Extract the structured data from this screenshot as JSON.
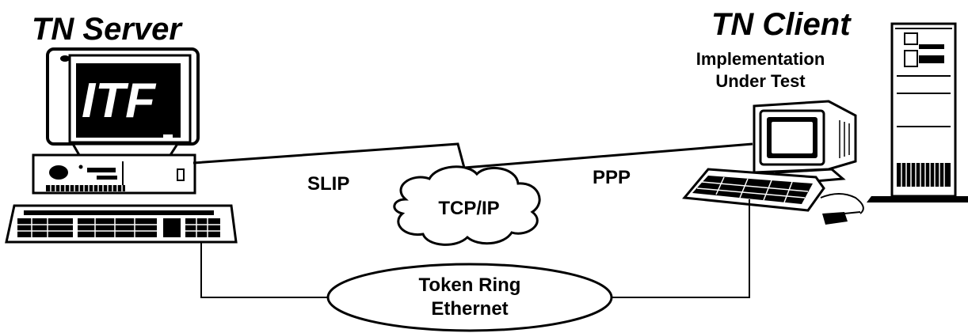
{
  "server": {
    "title": "TN Server",
    "screen_text": "ITF"
  },
  "client": {
    "title": "TN Client",
    "subtitle_line1": "Implementation",
    "subtitle_line2": "Under Test"
  },
  "links": {
    "serial_left": "SLIP",
    "serial_right": "PPP",
    "protocol_cloud": "TCP/IP"
  },
  "lan": {
    "line1": "Token Ring",
    "line2": "Ethernet"
  },
  "colors": {
    "ink": "#000000",
    "paper": "#ffffff"
  }
}
